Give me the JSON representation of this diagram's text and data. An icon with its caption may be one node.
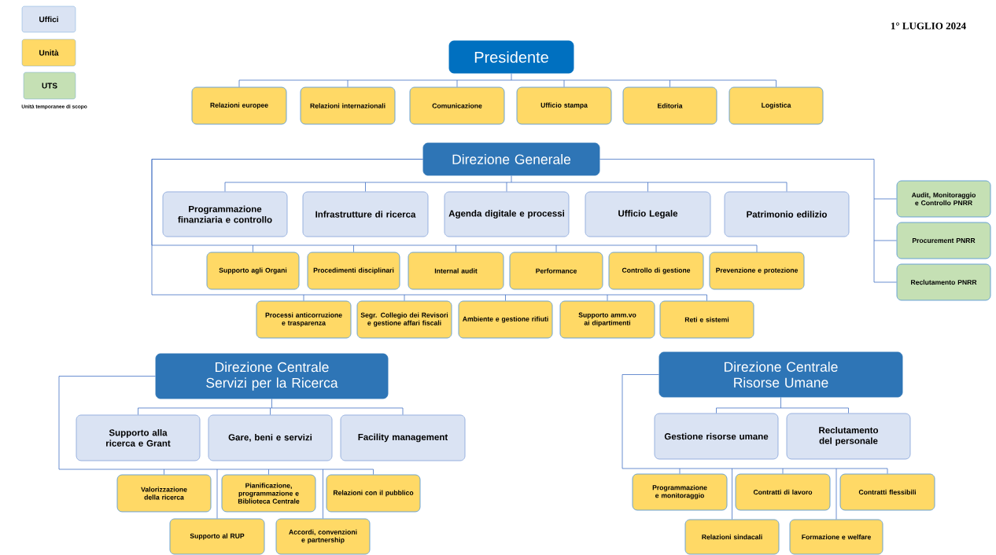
{
  "diagram": {
    "nodes": [
      {
        "text": [
          "Presidente"
        ]
      },
      {
        "text": [
          "Relazioni europee"
        ]
      },
      {
        "text": [
          "Relazioni internazionali"
        ]
      },
      {
        "text": [
          "Comunicazione"
        ]
      },
      {
        "text": [
          "Ufficio stampa"
        ]
      },
      {
        "text": [
          "Editoria"
        ]
      },
      {
        "text": [
          "Logistica"
        ]
      },
      {
        "text": [
          "Direzione Generale"
        ]
      },
      {
        "text": [
          "Programmazione finanziaria e controllo"
        ]
      },
      {
        "text": [
          "Infrastrutture di ricerca"
        ]
      },
      {
        "text": [
          "Agenda digitale e processi"
        ]
      },
      {
        "text": [
          "Ufficio Legale"
        ]
      },
      {
        "text": [
          "Patrimonio edilizio"
        ]
      },
      {
        "text": [
          "Supporto agli Organi"
        ]
      },
      {
        "text": [
          "Procedimenti disciplinari"
        ]
      },
      {
        "text": [
          "Internal audit"
        ]
      },
      {
        "text": [
          "Performance"
        ]
      },
      {
        "text": [
          "Controllo di gestione"
        ]
      },
      {
        "text": [
          "Prevenzione e protezione"
        ]
      },
      {
        "text": [
          "Processi anticorruzione e trasparenza"
        ]
      },
      {
        "text": [
          "Segr. Collegio dei Revisori e gestione affari fiscali"
        ]
      },
      {
        "text": [
          "Ambiente e gestione rifiuti"
        ]
      },
      {
        "text": [
          "Supporto amm.vo ai dipartimenti"
        ]
      },
      {
        "text": [
          "Reti e sistemi"
        ]
      },
      {
        "text": [
          "Audit, Monitoraggio e Controllo PNRR"
        ]
      },
      {
        "text": [
          "Procurement PNRR"
        ]
      },
      {
        "text": [
          "Reclutamento PNRR"
        ]
      },
      {
        "text": [
          "Direzione Centrale Servizi per la Ricerca"
        ]
      },
      {
        "text": [
          "Supporto alla ricerca e Grant"
        ]
      },
      {
        "text": [
          "Gare, beni e servizi"
        ]
      },
      {
        "text": [
          "Facility management"
        ]
      },
      {
        "text": [
          "Valorizzazione della ricerca"
        ]
      },
      {
        "text": [
          "Pianificazione, programmazione e Biblioteca Centrale"
        ]
      },
      {
        "text": [
          "Relazioni con il pubblico"
        ]
      },
      {
        "text": [
          "Supporto al RUP"
        ]
      },
      {
        "text": [
          "Accordi, convenzioni e partnership"
        ]
      },
      {
        "text": [
          "Direzione Centrale Risorse Umane"
        ]
      },
      {
        "text": [
          "Gestione risorse umane"
        ]
      },
      {
        "text": [
          "Reclutamento del personale"
        ]
      },
      {
        "text": [
          "Programmazione e monitoraggio"
        ]
      },
      {
        "text": [
          "Contratti di lavoro"
        ]
      },
      {
        "text": [
          "Contratti flessibili"
        ]
      },
      {
        "text": [
          "Relazioni sindacali"
        ]
      },
      {
        "text": [
          "Formazione e welfare"
        ]
      }
    ],
    "edges": [
      {
        "from": 0,
        "to": 1,
        "arrow": "none"
      },
      {
        "from": 0,
        "to": 2,
        "arrow": "none"
      },
      {
        "from": 0,
        "to": 3,
        "arrow": "none"
      },
      {
        "from": 0,
        "to": 4,
        "arrow": "none"
      },
      {
        "from": 0,
        "to": 5,
        "arrow": "none"
      },
      {
        "from": 0,
        "to": 6,
        "arrow": "none"
      },
      {
        "from": 7,
        "to": 8,
        "arrow": "none"
      },
      {
        "from": 7,
        "to": 9,
        "arrow": "none"
      },
      {
        "from": 7,
        "to": 10,
        "arrow": "none"
      },
      {
        "from": 7,
        "to": 11,
        "arrow": "none"
      },
      {
        "from": 7,
        "to": 12,
        "arrow": "none"
      },
      {
        "from": 7,
        "to": 13,
        "arrow": "none"
      },
      {
        "from": 7,
        "to": 14,
        "arrow": "none"
      },
      {
        "from": 7,
        "to": 15,
        "arrow": "none"
      },
      {
        "from": 7,
        "to": 16,
        "arrow": "none"
      },
      {
        "from": 7,
        "to": 17,
        "arrow": "none"
      },
      {
        "from": 7,
        "to": 18,
        "arrow": "none"
      },
      {
        "from": 7,
        "to": 19,
        "arrow": "none"
      },
      {
        "from": 7,
        "to": 20,
        "arrow": "none"
      },
      {
        "from": 7,
        "to": 21,
        "arrow": "none"
      },
      {
        "from": 7,
        "to": 22,
        "arrow": "none"
      },
      {
        "from": 7,
        "to": 23,
        "arrow": "none"
      },
      {
        "from": 7,
        "to": 24,
        "arrow": "none"
      },
      {
        "from": 7,
        "to": 25,
        "arrow": "none"
      },
      {
        "from": 7,
        "to": 26,
        "arrow": "none"
      },
      {
        "from": 27,
        "to": 28,
        "arrow": "none"
      },
      {
        "from": 27,
        "to": 29,
        "arrow": "none"
      },
      {
        "from": 27,
        "to": 30,
        "arrow": "none"
      },
      {
        "from": 27,
        "to": 31,
        "arrow": "none"
      },
      {
        "from": 27,
        "to": 32,
        "arrow": "none"
      },
      {
        "from": 27,
        "to": 33,
        "arrow": "none"
      },
      {
        "from": 27,
        "to": 34,
        "arrow": "none"
      },
      {
        "from": 27,
        "to": 35,
        "arrow": "none"
      },
      {
        "from": 36,
        "to": 37,
        "arrow": "none"
      },
      {
        "from": 36,
        "to": 38,
        "arrow": "none"
      },
      {
        "from": 36,
        "to": 39,
        "arrow": "none"
      },
      {
        "from": 36,
        "to": 40,
        "arrow": "none"
      },
      {
        "from": 36,
        "to": 41,
        "arrow": "none"
      },
      {
        "from": 36,
        "to": 42,
        "arrow": "none"
      },
      {
        "from": 36,
        "to": 43,
        "arrow": "none"
      }
    ],
    "labels": [
      "1° LUGLIO 2024",
      "Unità temporanee di scopo"
    ],
    "legend": [
      {
        "text": "Uffici",
        "color": "#dae3f3"
      },
      {
        "text": "Unità",
        "color": "#ffd966"
      },
      {
        "text": "UTS",
        "color": "#c5e0b4"
      }
    ]
  }
}
